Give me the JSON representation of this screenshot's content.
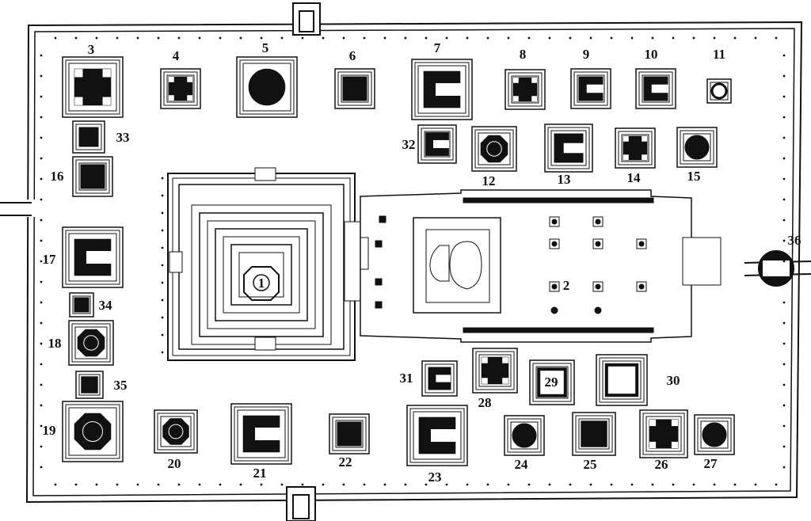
{
  "labels": {
    "1": "1",
    "2": "2",
    "3": "3",
    "4": "4",
    "5": "5",
    "6": "6",
    "7": "7",
    "8": "8",
    "9": "9",
    "10": "10",
    "11": "11",
    "12": "12",
    "13": "13",
    "14": "14",
    "15": "15",
    "16": "16",
    "17": "17",
    "18": "18",
    "19": "19",
    "20": "20",
    "21": "21",
    "22": "22",
    "23": "23",
    "24": "24",
    "25": "25",
    "26": "26",
    "27": "27",
    "28": "28",
    "29": "29",
    "30": "30",
    "31": "31",
    "32": "32",
    "33": "33",
    "34": "34",
    "35": "35",
    "36": "36"
  }
}
